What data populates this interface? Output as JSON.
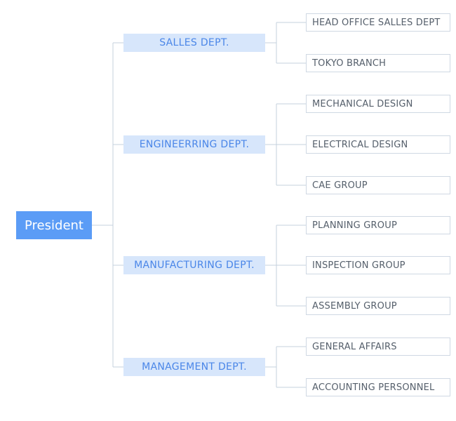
{
  "root": {
    "label": "President"
  },
  "departments": [
    {
      "label": "SALLES DEPT.",
      "groups": [
        "HEAD OFFICE SALLES DEPT",
        "TOKYO BRANCH"
      ]
    },
    {
      "label": "ENGINEERRING DEPT.",
      "groups": [
        "MECHANICAL DESIGN",
        "ELECTRICAL DESIGN",
        "CAE  GROUP"
      ]
    },
    {
      "label": "MANUFACTURING DEPT.",
      "groups": [
        "PLANNING GROUP",
        "INSPECTION GROUP",
        "ASSEMBLY GROUP"
      ]
    },
    {
      "label": "MANAGEMENT DEPT.",
      "groups": [
        "GENERAL AFFAIRS",
        "ACCOUNTING PERSONNEL"
      ]
    }
  ],
  "colors": {
    "root_fill": "#5b9cf6",
    "dept_fill": "#d7e6fb",
    "dept_text": "#4a86e8",
    "group_border": "#cfd8e3",
    "connector": "#c4d0dd"
  }
}
